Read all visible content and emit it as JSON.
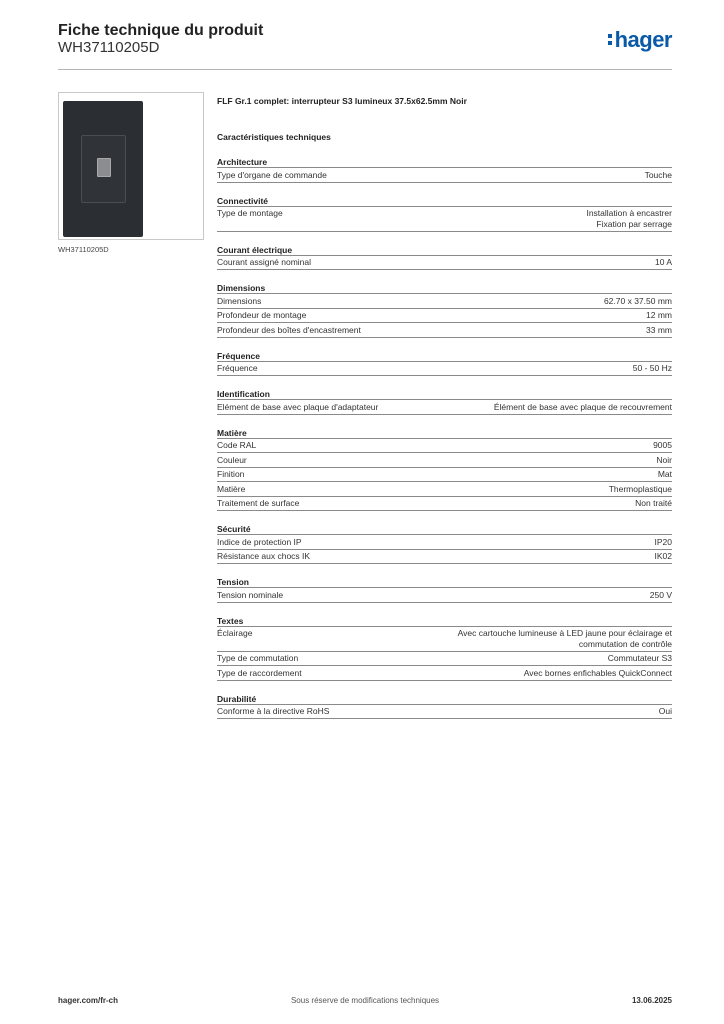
{
  "header": {
    "title": "Fiche technique du produit",
    "reference": "WH37110205D",
    "logo": "hager"
  },
  "product": {
    "image_alt": "Interrupteur noir avec voyant",
    "image_caption": "WH37110205D",
    "description": "FLF Gr.1 complet: interrupteur S3 lumineux 37.5x62.5mm Noir"
  },
  "specs_title": "Caractéristiques techniques",
  "groups": [
    {
      "title": "Architecture",
      "rows": [
        {
          "key": "Type d'organe de commande",
          "value": "Touche"
        }
      ]
    },
    {
      "title": "Connectivité",
      "rows": [
        {
          "key": "Type de montage",
          "value": "Installation à encastrer\nFixation par serrage"
        }
      ]
    },
    {
      "title": "Courant électrique",
      "rows": [
        {
          "key": "Courant assigné nominal",
          "value": "10 A"
        }
      ]
    },
    {
      "title": "Dimensions",
      "rows": [
        {
          "key": "Dimensions",
          "value": "62.70 x 37.50 mm"
        },
        {
          "key": "Profondeur de montage",
          "value": "12 mm"
        },
        {
          "key": "Profondeur des boîtes d'encastrement",
          "value": "33 mm"
        }
      ]
    },
    {
      "title": "Fréquence",
      "rows": [
        {
          "key": "Fréquence",
          "value": "50 - 50 Hz"
        }
      ]
    },
    {
      "title": "Identification",
      "rows": [
        {
          "key": "Elément de base avec plaque d'adaptateur",
          "value": "Élément de base avec plaque de recouvrement"
        }
      ]
    },
    {
      "title": "Matière",
      "rows": [
        {
          "key": "Code RAL",
          "value": "9005"
        },
        {
          "key": "Couleur",
          "value": "Noir"
        },
        {
          "key": "Finition",
          "value": "Mat"
        },
        {
          "key": "Matière",
          "value": "Thermoplastique"
        },
        {
          "key": "Traitement de surface",
          "value": "Non traité"
        }
      ]
    },
    {
      "title": "Sécurité",
      "rows": [
        {
          "key": "Indice de protection IP",
          "value": "IP20"
        },
        {
          "key": "Résistance aux chocs IK",
          "value": "IK02"
        }
      ]
    },
    {
      "title": "Tension",
      "rows": [
        {
          "key": "Tension nominale",
          "value": "250 V"
        }
      ]
    },
    {
      "title": "Textes",
      "rows": [
        {
          "key": "Éclairage",
          "value": "Avec cartouche lumineuse à LED jaune pour éclairage et\ncommutation de contrôle"
        },
        {
          "key": "Type de commutation",
          "value": "Commutateur S3"
        },
        {
          "key": "Type de raccordement",
          "value": "Avec bornes enfichables QuickConnect"
        }
      ]
    },
    {
      "title": "Durabilité",
      "rows": [
        {
          "key": "Conforme à la directive RoHS",
          "value": "Oui"
        }
      ]
    }
  ],
  "footer": {
    "website": "hager.com/fr-ch",
    "disclaimer": "Sous réserve de modifications techniques",
    "date": "13.06.2025"
  },
  "colors": {
    "brand": "#0a5aa8",
    "product_body": "#2b2e33"
  }
}
